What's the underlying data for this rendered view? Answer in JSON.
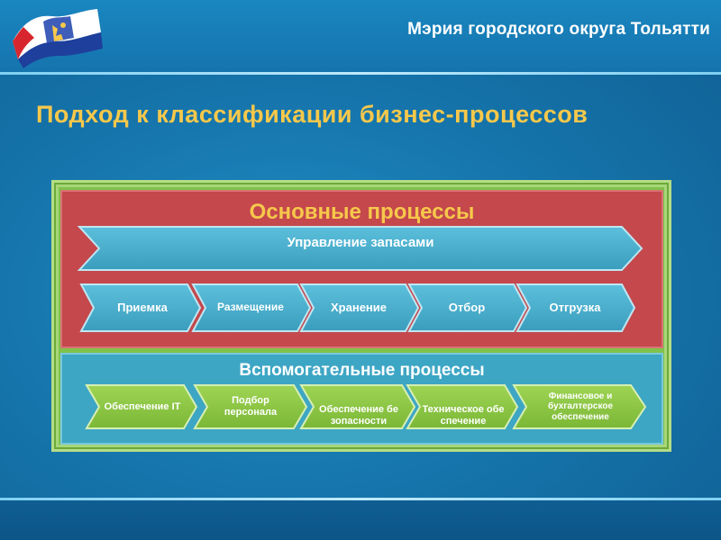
{
  "header": {
    "org_name": "Мэрия городского округа Тольятти"
  },
  "slide": {
    "title": "Подход к классификации бизнес-процессов"
  },
  "main_processes": {
    "title": "Основные процессы",
    "banner": "Управление запасами",
    "steps": [
      "Приемка",
      "Размещение",
      "Хранение",
      "Отбор",
      "Отгрузка"
    ]
  },
  "support_processes": {
    "title": "Вспомогательные процессы",
    "steps": [
      "Обеспечение IT",
      "Подбор персонала",
      "Обеспечение безопасности",
      "Техническое обеспечение",
      "Финансовое и бухгалтерское обеспечение"
    ]
  },
  "colors": {
    "title_gold": "#f6c84b",
    "main_red": "#c4484c",
    "support_green": "#8cc63e",
    "banner_teal": "#45aac8",
    "frame_green": "#7fc24a"
  }
}
